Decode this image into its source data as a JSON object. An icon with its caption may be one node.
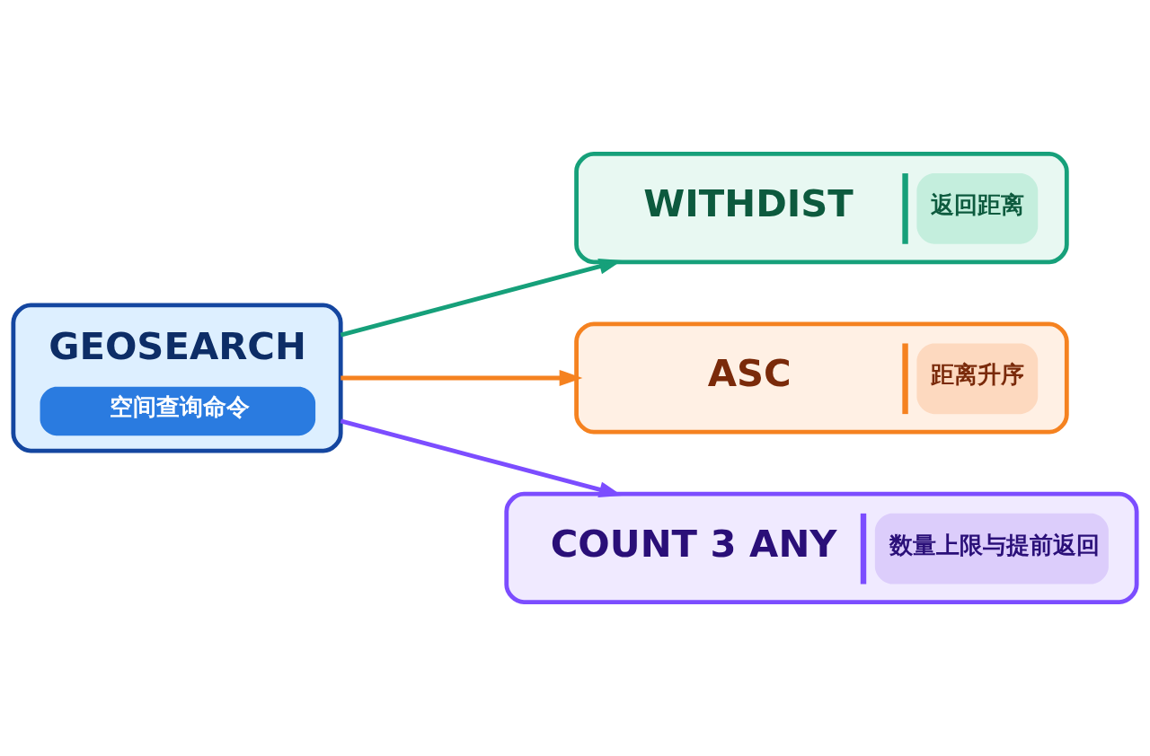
{
  "diagram": {
    "nodes": [
      {
        "text": [
          "GEOSEARCH",
          "空间查询命令"
        ]
      },
      {
        "text": [
          "WITHDIST",
          "返回距离"
        ]
      },
      {
        "text": [
          "ASC",
          "距离升序"
        ]
      },
      {
        "text": [
          "COUNT 3 ANY",
          "数量上限与提前返回"
        ]
      }
    ],
    "edges": [
      {
        "from": 0,
        "to": 1,
        "arrow": "to",
        "color": "#16a07a"
      },
      {
        "from": 0,
        "to": 2,
        "arrow": "to",
        "color": "#f58220"
      },
      {
        "from": 0,
        "to": 3,
        "arrow": "to",
        "color": "#7c4dff"
      }
    ]
  }
}
